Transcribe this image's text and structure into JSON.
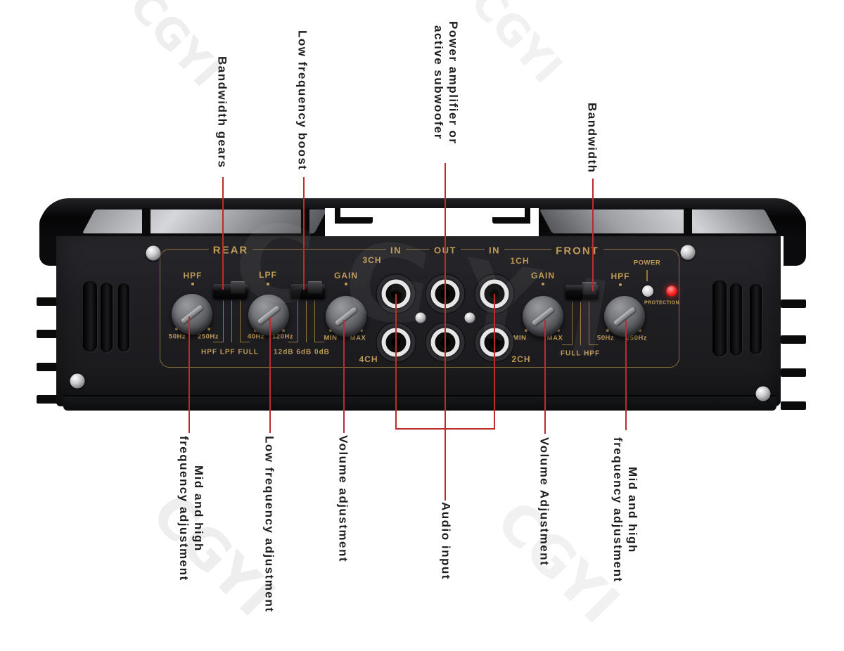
{
  "colors": {
    "accent_red": "#bf2a2c",
    "panel_gold": "#bf9a58",
    "led_red": "#ff1f1f",
    "body_black": "#1c1c1f"
  },
  "watermark_text": "CGYI",
  "callouts": {
    "top": [
      {
        "label": "Bandwidth gears"
      },
      {
        "label": "Low frequency boost"
      },
      {
        "line1": "Power amplifier or",
        "line2": "active subwoofer"
      },
      {
        "label": "Bandwidth"
      }
    ],
    "bottom": [
      {
        "line1": "Mid and high",
        "line2": "frequency adjustment"
      },
      {
        "label": "Low frequency adjustment"
      },
      {
        "label": "Volume adjustment"
      },
      {
        "label": "Audio input"
      },
      {
        "label": "Volume Adjustment"
      },
      {
        "line1": "Mid and high",
        "line2": "frequency adjustment"
      }
    ]
  },
  "panel": {
    "sections": {
      "rear": "REAR",
      "front": "FRONT"
    },
    "io": {
      "in_left": "IN",
      "out": "OUT",
      "in_right": "IN"
    },
    "channels": {
      "ch3": "3CH",
      "ch1": "1CH",
      "ch4": "4CH",
      "ch2": "2CH"
    },
    "rear": {
      "hpf": {
        "label": "HPF",
        "min": "50Hz",
        "max": "250Hz"
      },
      "mode_switch_options": "HPF LPF FULL",
      "lpf": {
        "label": "LPF",
        "min": "40Hz",
        "max": "120Hz"
      },
      "boost_switch_options": "12dB 6dB 0dB",
      "gain": {
        "label": "GAIN",
        "min": "MIN",
        "max": "MAX"
      }
    },
    "front": {
      "gain": {
        "label": "GAIN",
        "min": "MIN",
        "max": "MAX"
      },
      "mode_switch_options": "FULL HPF",
      "hpf": {
        "label": "HPF",
        "min": "50Hz",
        "max": "250Hz"
      }
    },
    "indicators": {
      "power": "POWER",
      "protection": "PROTECTION"
    }
  }
}
